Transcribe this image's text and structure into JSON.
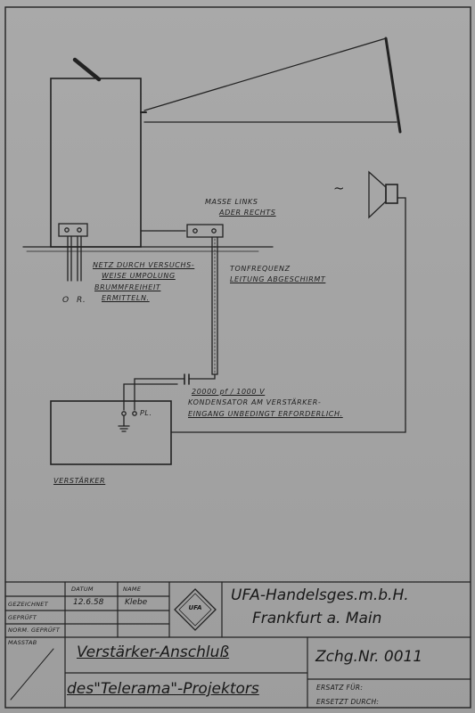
{
  "labels": {
    "masse_line1": "MASSE LINKS",
    "masse_line2": "ADER RECHTS",
    "tilde": "~",
    "netz_line1": "NETZ DURCH VERSUCHS-",
    "netz_line2": "WEISE UMPOLUNG",
    "netz_line3": "BRUMMFREIHEIT",
    "netz_line4": "ERMITTELN.",
    "o": "O",
    "r": "R.",
    "ton_line1": "TONFREQUENZ",
    "ton_line2": "LEITUNG ABGESCHIRMT",
    "pl": "PL.",
    "cond_line1": "20000 pf / 1000 V",
    "cond_line2": "KONDENSATOR AM VERSTÄRKER-",
    "cond_line3": "EINGANG UNBEDINGT ERFORDERLICH.",
    "verstaerker": "VERSTÄRKER"
  },
  "title_block": {
    "col_datum": "DATUM",
    "col_name": "NAME",
    "row_gezeichnet": "GEZEICHNET",
    "row_geprueft": "GEPRÜFT",
    "row_norm": "NORM. GEPRÜFT",
    "row_masstab": "MASSTAB",
    "date_value": "12.6.58",
    "name_value": "Klebe",
    "logo_text": "UFA",
    "company_line1": "UFA-Handelsges.m.b.H.",
    "company_line2": "Frankfurt a. Main",
    "drawing_title_line1": "Verstärker-Anschluß",
    "drawing_title_line2": "des\"Telerama\"-Projektors",
    "drawing_number": "Zchg.Nr. 0011",
    "ersatz_fuer": "ERSATZ FÜR:",
    "ersetzt_durch": "ERSETZT DURCH:"
  }
}
